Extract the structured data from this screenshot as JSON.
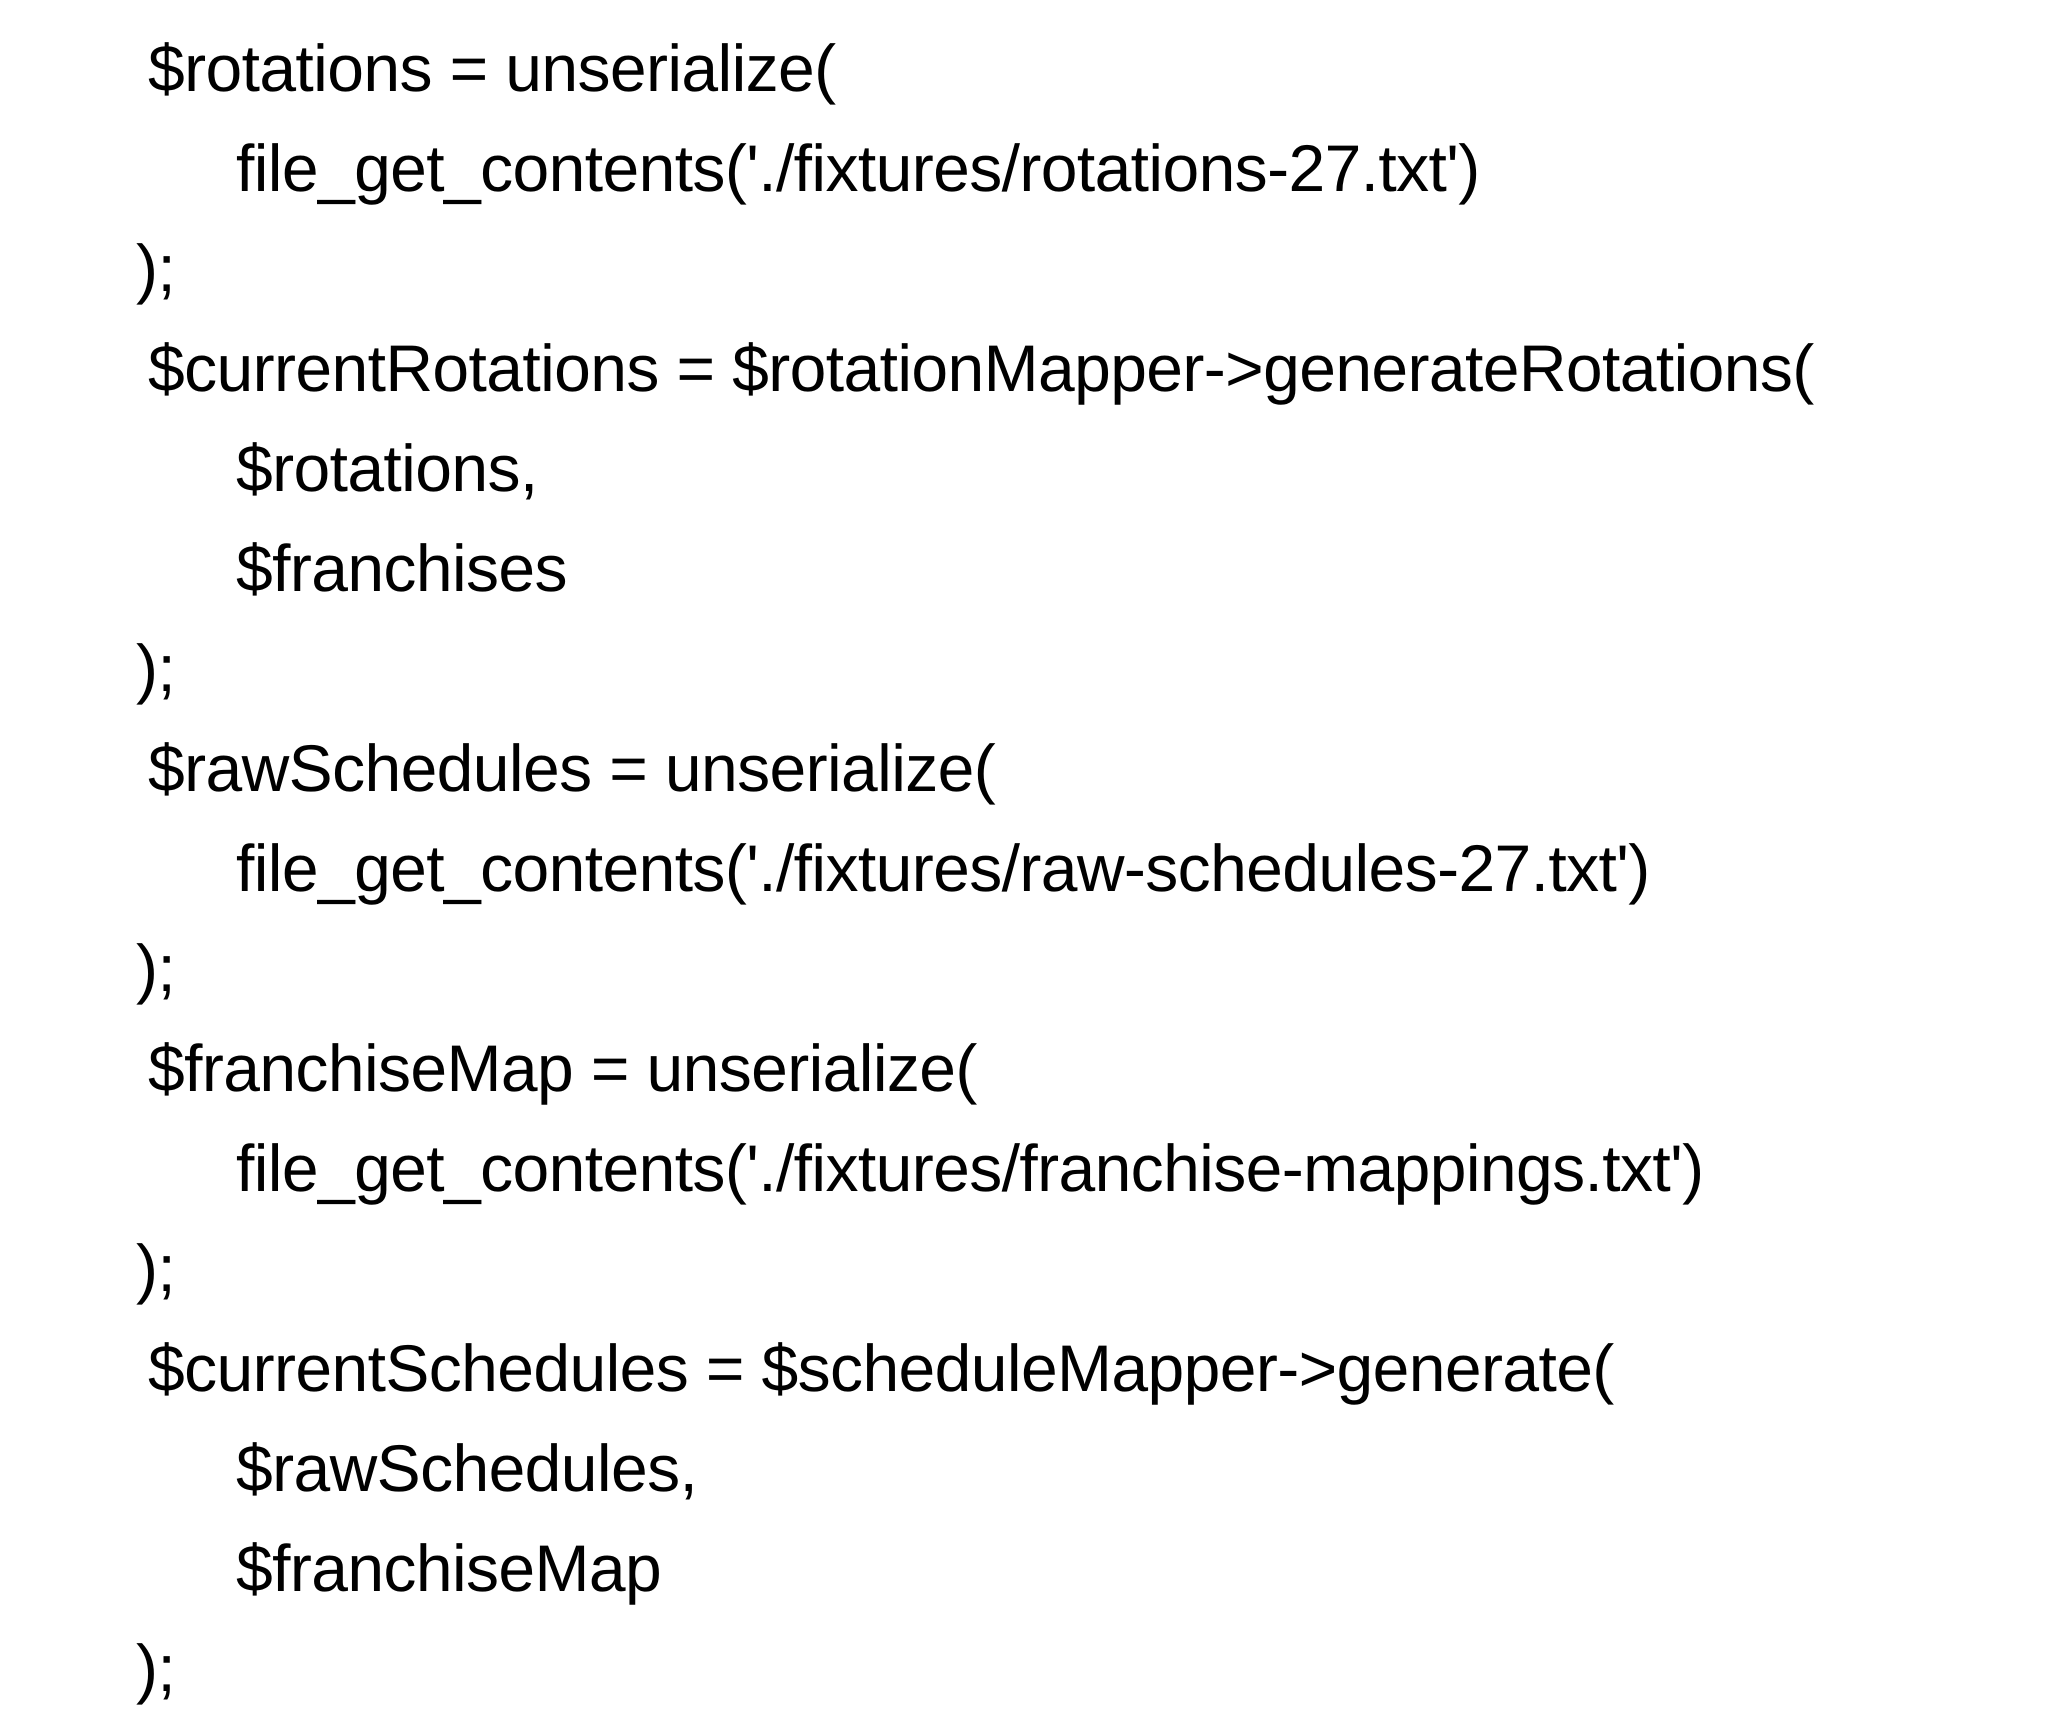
{
  "slide": {
    "background_color": "#ffffff",
    "text_color": "#000000",
    "language": "php",
    "code_lines": [
      {
        "text": "$rotations = unserialize(",
        "indent": "statement"
      },
      {
        "text": "file_get_contents('./fixtures/rotations-27.txt')",
        "indent": "argument"
      },
      {
        "text": ");",
        "indent": "close"
      },
      {
        "text": "$currentRotations = $rotationMapper->generateRotations(",
        "indent": "statement"
      },
      {
        "text": "$rotations,",
        "indent": "argument"
      },
      {
        "text": "$franchises",
        "indent": "argument"
      },
      {
        "text": ");",
        "indent": "close"
      },
      {
        "text": "$rawSchedules = unserialize(",
        "indent": "statement"
      },
      {
        "text": "file_get_contents('./fixtures/raw-schedules-27.txt')",
        "indent": "argument"
      },
      {
        "text": ");",
        "indent": "close"
      },
      {
        "text": "$franchiseMap = unserialize(",
        "indent": "statement"
      },
      {
        "text": "file_get_contents('./fixtures/franchise-mappings.txt')",
        "indent": "argument"
      },
      {
        "text": ");",
        "indent": "close"
      },
      {
        "text": "$currentSchedules = $scheduleMapper->generate(",
        "indent": "statement"
      },
      {
        "text": "$rawSchedules,",
        "indent": "argument"
      },
      {
        "text": "$franchiseMap",
        "indent": "argument"
      },
      {
        "text": ");",
        "indent": "close"
      }
    ]
  }
}
